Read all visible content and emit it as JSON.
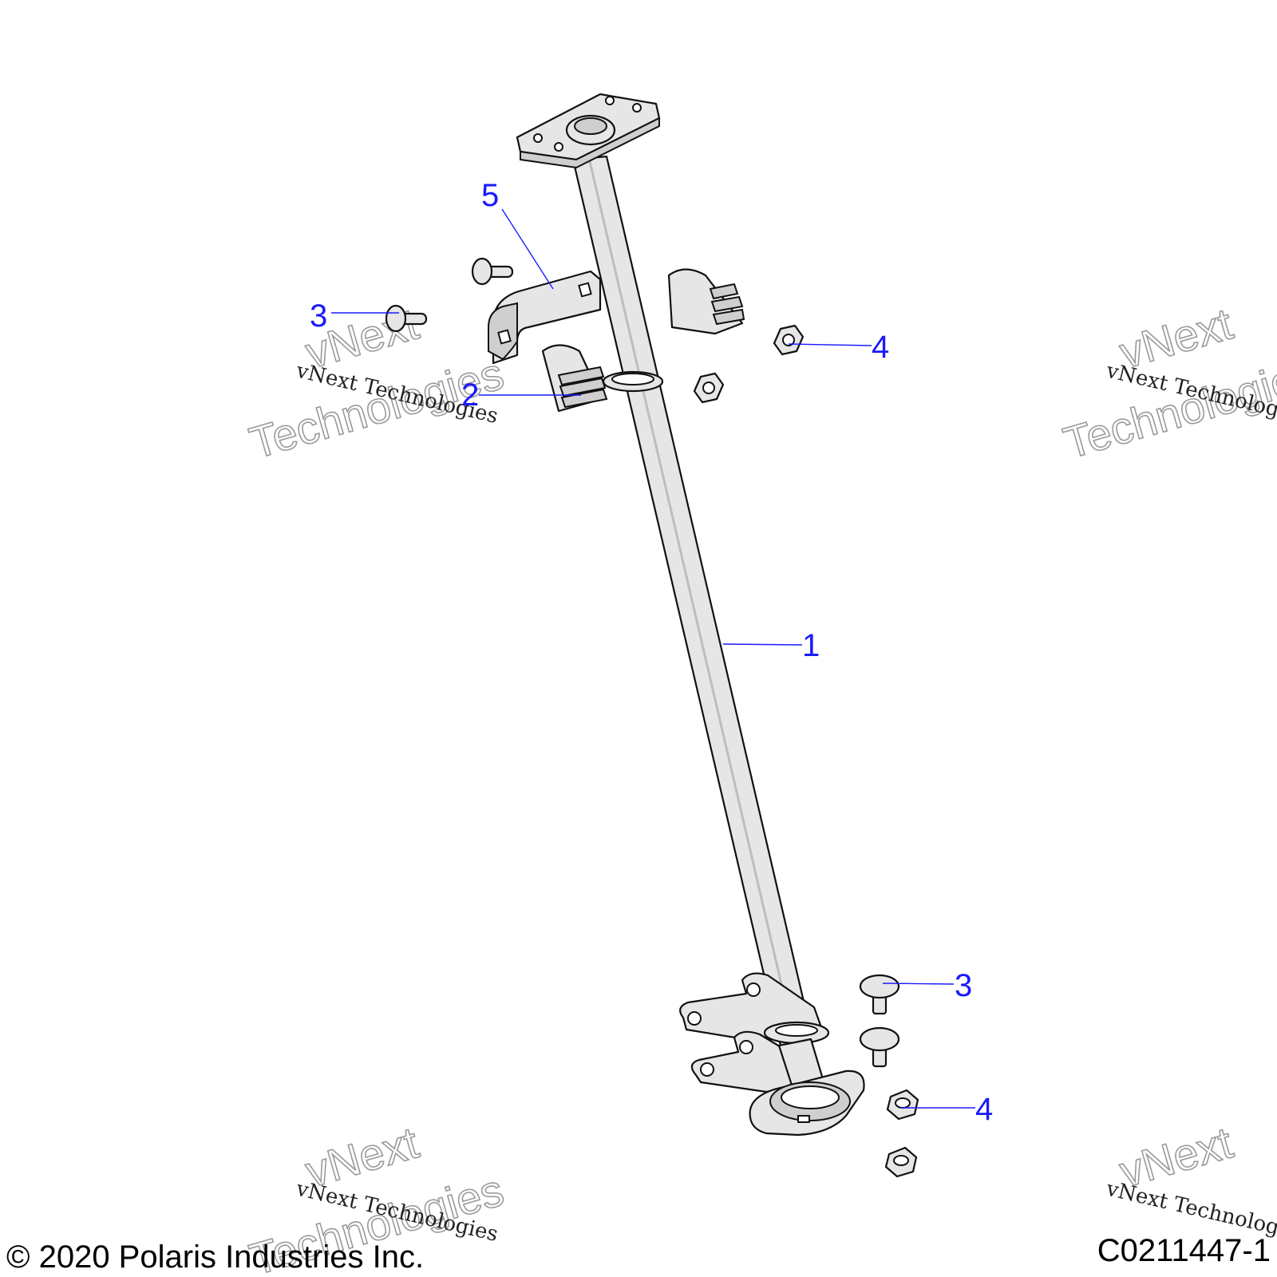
{
  "callouts": {
    "c1": "1",
    "c2": "2",
    "c3_top": "3",
    "c3_bottom": "3",
    "c4_top": "4",
    "c4_bottom": "4",
    "c5": "5"
  },
  "watermark": {
    "line1": "vNext",
    "line2": "Technologies",
    "caption": "vNext Technologies"
  },
  "footer": {
    "copyright": "© 2020 Polaris Industries Inc.",
    "part_code": "C0211447-1"
  },
  "colors": {
    "callout": "#1a1aff",
    "part_fill": "#e6e6e6",
    "outline": "#111111"
  }
}
